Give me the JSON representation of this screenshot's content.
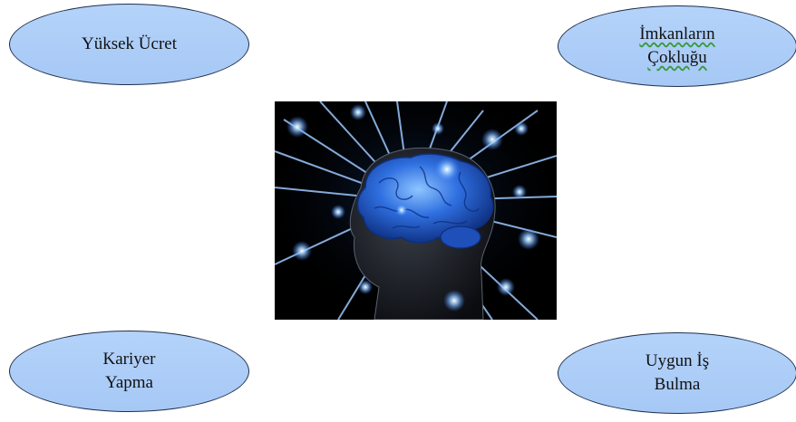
{
  "ellipses": {
    "top_left": {
      "label": "Yüksek Ücret"
    },
    "top_right": {
      "label": "İmkanların\nÇokluğu"
    },
    "bottom_left": {
      "label": "Kariyer\nYapma"
    },
    "bottom_right": {
      "label": "Uygun İş\nBulma"
    }
  },
  "central_image": {
    "icon": "glowing-brain-head-icon"
  },
  "colors": {
    "ellipse_fill": "#a9cbf7",
    "ellipse_border": "#1f2f4d",
    "image_background": "#000000",
    "brain_blue": "#2f6fe0"
  }
}
